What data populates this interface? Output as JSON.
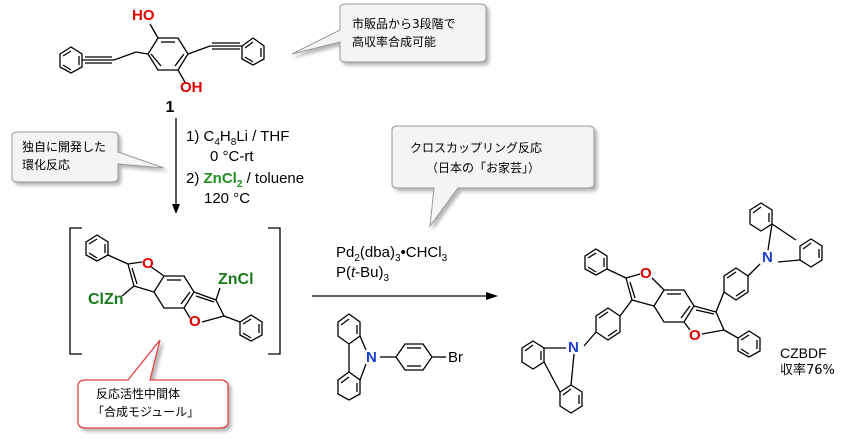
{
  "compound1": {
    "label": "1",
    "atom_oh_top": "HO",
    "atom_oh_bottom": "OH"
  },
  "callout_top": {
    "line1": "市販品から3段階で",
    "line2": "高収率合成可能"
  },
  "callout_left": {
    "line1": "独自に開発した",
    "line2": "環化反応"
  },
  "callout_coupling": {
    "line1": "クロスカップリング反応",
    "line2": "（日本の「お家芸」）"
  },
  "callout_module": {
    "line1": "反応活性中間体",
    "line2": "「合成モジュール」"
  },
  "step1": {
    "line1_num": "1)",
    "line1_reagent": "C",
    "line1_sub1": "4",
    "line1_h": "H",
    "line1_sub2": "8",
    "line1_rest": "Li / THF",
    "line2": "0 °C-rt",
    "line3_num": "2)",
    "line3_reagent": "ZnCl",
    "line3_sub": "2",
    "line3_rest": " / toluene",
    "line4": "120 °C"
  },
  "intermediate": {
    "zncl_right": "ZnCl",
    "zncl_left": "ClZn",
    "o_top": "O",
    "o_bottom": "O"
  },
  "step2": {
    "line1_pd": "Pd",
    "line1_sub1": "2",
    "line1_dba": "(dba)",
    "line1_sub2": "3",
    "line1_rest": "•CHCl",
    "line1_sub3": "3",
    "line2_p": "P(",
    "line2_t": "t",
    "line2_bu": "-Bu)",
    "line2_sub": "3"
  },
  "reagent": {
    "n": "N",
    "br": "Br"
  },
  "product": {
    "name": "CZBDF",
    "yield": "収率76%",
    "n_top": "N",
    "n_bottom": "N",
    "o_top": "O",
    "o_bottom": "O"
  },
  "colors": {
    "oxygen": "#e00000",
    "nitrogen": "#1a3fd0",
    "zinc": "#1f8f1f",
    "callout_fill": "#f4f4f4",
    "module_border": "#e04040"
  }
}
